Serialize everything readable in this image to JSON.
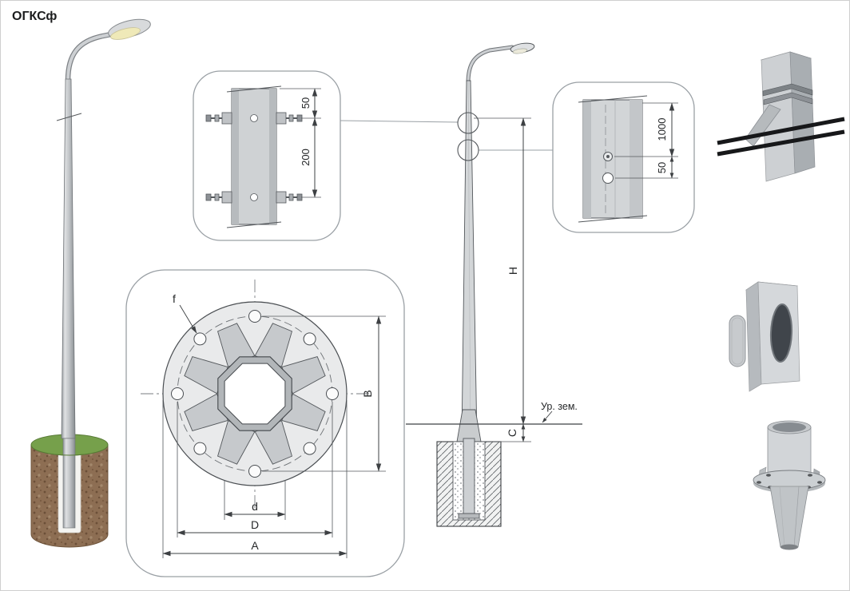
{
  "page": {
    "title": "ОГКСф"
  },
  "callout_top_left": {
    "dim_offset": "50",
    "dim_spacing": "200"
  },
  "callout_flange": {
    "hole_label": "f",
    "dim_bolt_vertical": "B",
    "dim_octagon": "d",
    "dim_bolt_circle": "D",
    "dim_outer": "A"
  },
  "elevation": {
    "dim_height": "H",
    "dim_embed": "C",
    "ground_label": "Ур. зем."
  },
  "callout_top_right": {
    "dim_top_hole": "1000",
    "dim_hole_spacing": "50"
  },
  "colors": {
    "line": "#3d4043",
    "steel_light": "#d7d9db",
    "steel_mid": "#b0b4b8",
    "steel_dark": "#8d9196",
    "soil": "#8d6e53",
    "grass": "#76a04b",
    "lamp_lens": "#efe9b8",
    "cable": "#17181a"
  }
}
